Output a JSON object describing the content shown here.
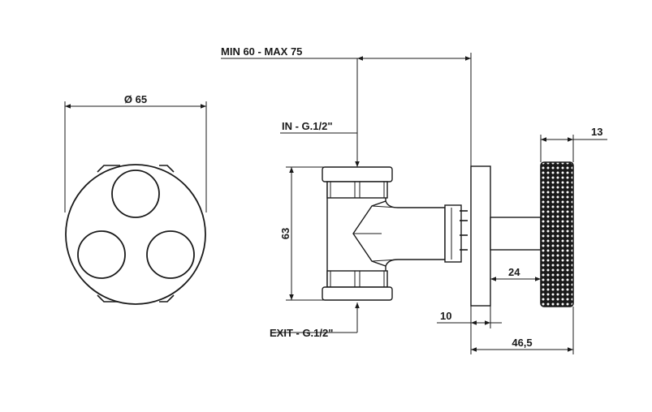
{
  "front_view": {
    "diameter_label": "Ø 65"
  },
  "side_view": {
    "depth_label": "MIN 60 - MAX 75",
    "inlet_label": "IN - G.1/2\"",
    "exit_label": "EXIT - G.1/2\"",
    "height_label": "63",
    "knob_width_label": "13",
    "spindle_label": "24",
    "plate_label": "10",
    "projection_label": "46,5"
  },
  "colors": {
    "line": "#1a1a1a",
    "background": "#ffffff"
  }
}
